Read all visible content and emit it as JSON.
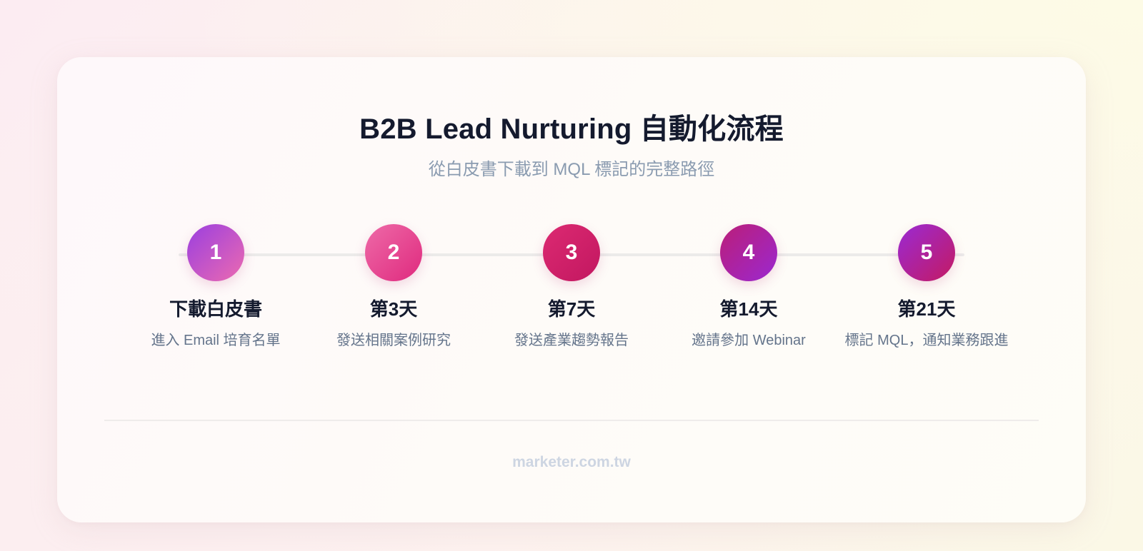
{
  "header": {
    "title": "B2B Lead Nurturing 自動化流程",
    "subtitle": "從白皮書下載到 MQL 標記的完整路徑"
  },
  "steps": [
    {
      "number": "1",
      "title": "下載白皮書",
      "description": "進入 Email 培育名單",
      "gradient_from": "#9a3fe0",
      "gradient_to": "#ec6ab0"
    },
    {
      "number": "2",
      "title": "第3天",
      "description": "發送相關案例研究",
      "gradient_from": "#ee6aa8",
      "gradient_to": "#df2a7e"
    },
    {
      "number": "3",
      "title": "第7天",
      "description": "發送產業趨勢報告",
      "gradient_from": "#dc2a72",
      "gradient_to": "#c21760"
    },
    {
      "number": "4",
      "title": "第14天",
      "description": "邀請參加 Webinar",
      "gradient_from": "#bb1e78",
      "gradient_to": "#9b28d0"
    },
    {
      "number": "5",
      "title": "第21天",
      "description": "標記 MQL，通知業務跟進",
      "gradient_from": "#9a2ad4",
      "gradient_to": "#c41a62"
    }
  ],
  "footer": {
    "text": "marketer.com.tw"
  },
  "colors": {
    "title": "#141a2e",
    "subtitle": "#8a9bb0",
    "description": "#64748b",
    "footer": "#cdd5e2",
    "connector": "#ecebea"
  }
}
